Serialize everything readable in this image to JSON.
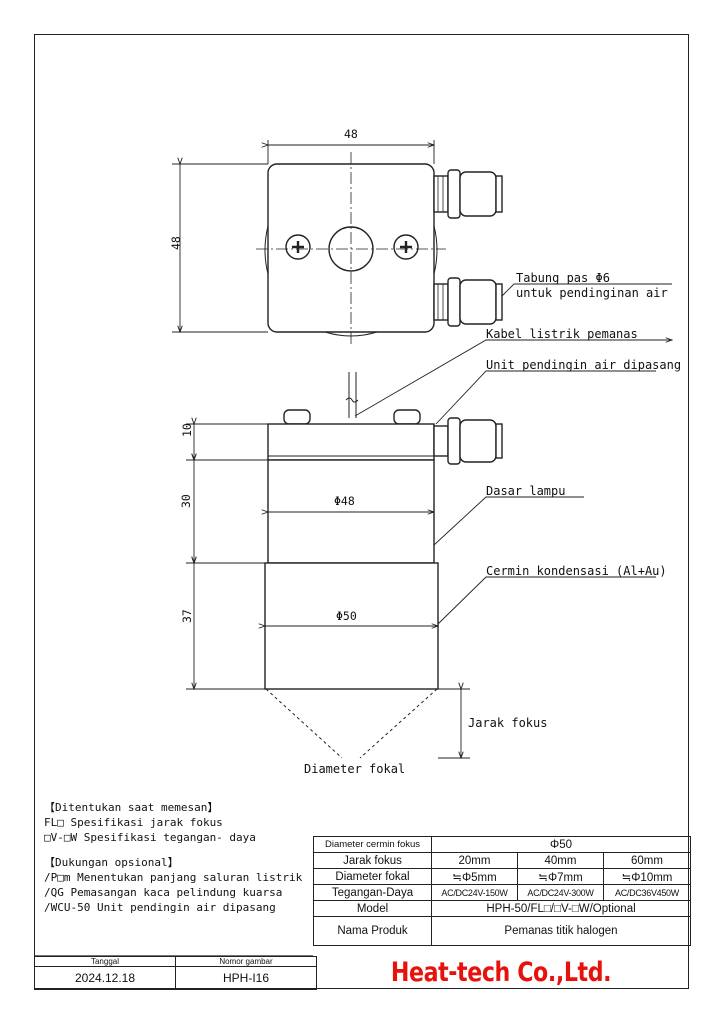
{
  "drawing": {
    "dim_top_width": "48",
    "dim_top_height": "48",
    "dim_h1": "10",
    "dim_h2": "30",
    "dim_h3": "37",
    "dim_dia1": "Φ48",
    "dim_dia2": "Φ50",
    "callouts": {
      "tube": "Tabung pas Φ6",
      "tube2": "untuk pendinginan air",
      "cable": "Kabel listrik pemanas",
      "cooling": "Unit pendingin air dipasang",
      "base": "Dasar lampu",
      "mirror": "Cermin kondensasi (Al+Au)",
      "focal_distance": "Jarak fokus",
      "focal_diameter": "Diameter fokal"
    }
  },
  "notes": {
    "order_title": "【Ditentukan saat memesan】",
    "order_items": [
      "FL□ Spesifikasi jarak fokus",
      "□V-□W Spesifikasi tegangan- daya"
    ],
    "option_title": "【Dukungan opsional】",
    "option_items": [
      "/P□m Menentukan panjang saluran listrik",
      "/QG Pemasangan kaca pelindung kuarsa",
      "/WCU-50 Unit pendingin air dipasang"
    ]
  },
  "spec_table": {
    "mirror_label": "Diameter cermin fokus",
    "mirror_value": "Φ50",
    "focal_label": "Jarak fokus",
    "focal_values": [
      "20mm",
      "40mm",
      "60mm"
    ],
    "dia_label": "Diameter fokal",
    "dia_values": [
      "≒Φ5mm",
      "≒Φ7mm",
      "≒Φ10mm"
    ],
    "power_label": "Tegangan-Daya",
    "power_values": [
      "AC/DC24V-150W",
      "AC/DC24V-300W",
      "AC/DC36V450W"
    ],
    "model_label": "Model",
    "model_value": "HPH-50/FL□/□V-□W/Optional",
    "name_label": "Nama Produk",
    "name_value": "Pemanas titik halogen"
  },
  "title_block": {
    "date_caption": "Tanggal",
    "date_value": "2024.12.18",
    "drawing_no_caption": "Nomor gambar",
    "drawing_no_value": "HPH-I16",
    "brand": "Heat-tech Co.,Ltd."
  }
}
